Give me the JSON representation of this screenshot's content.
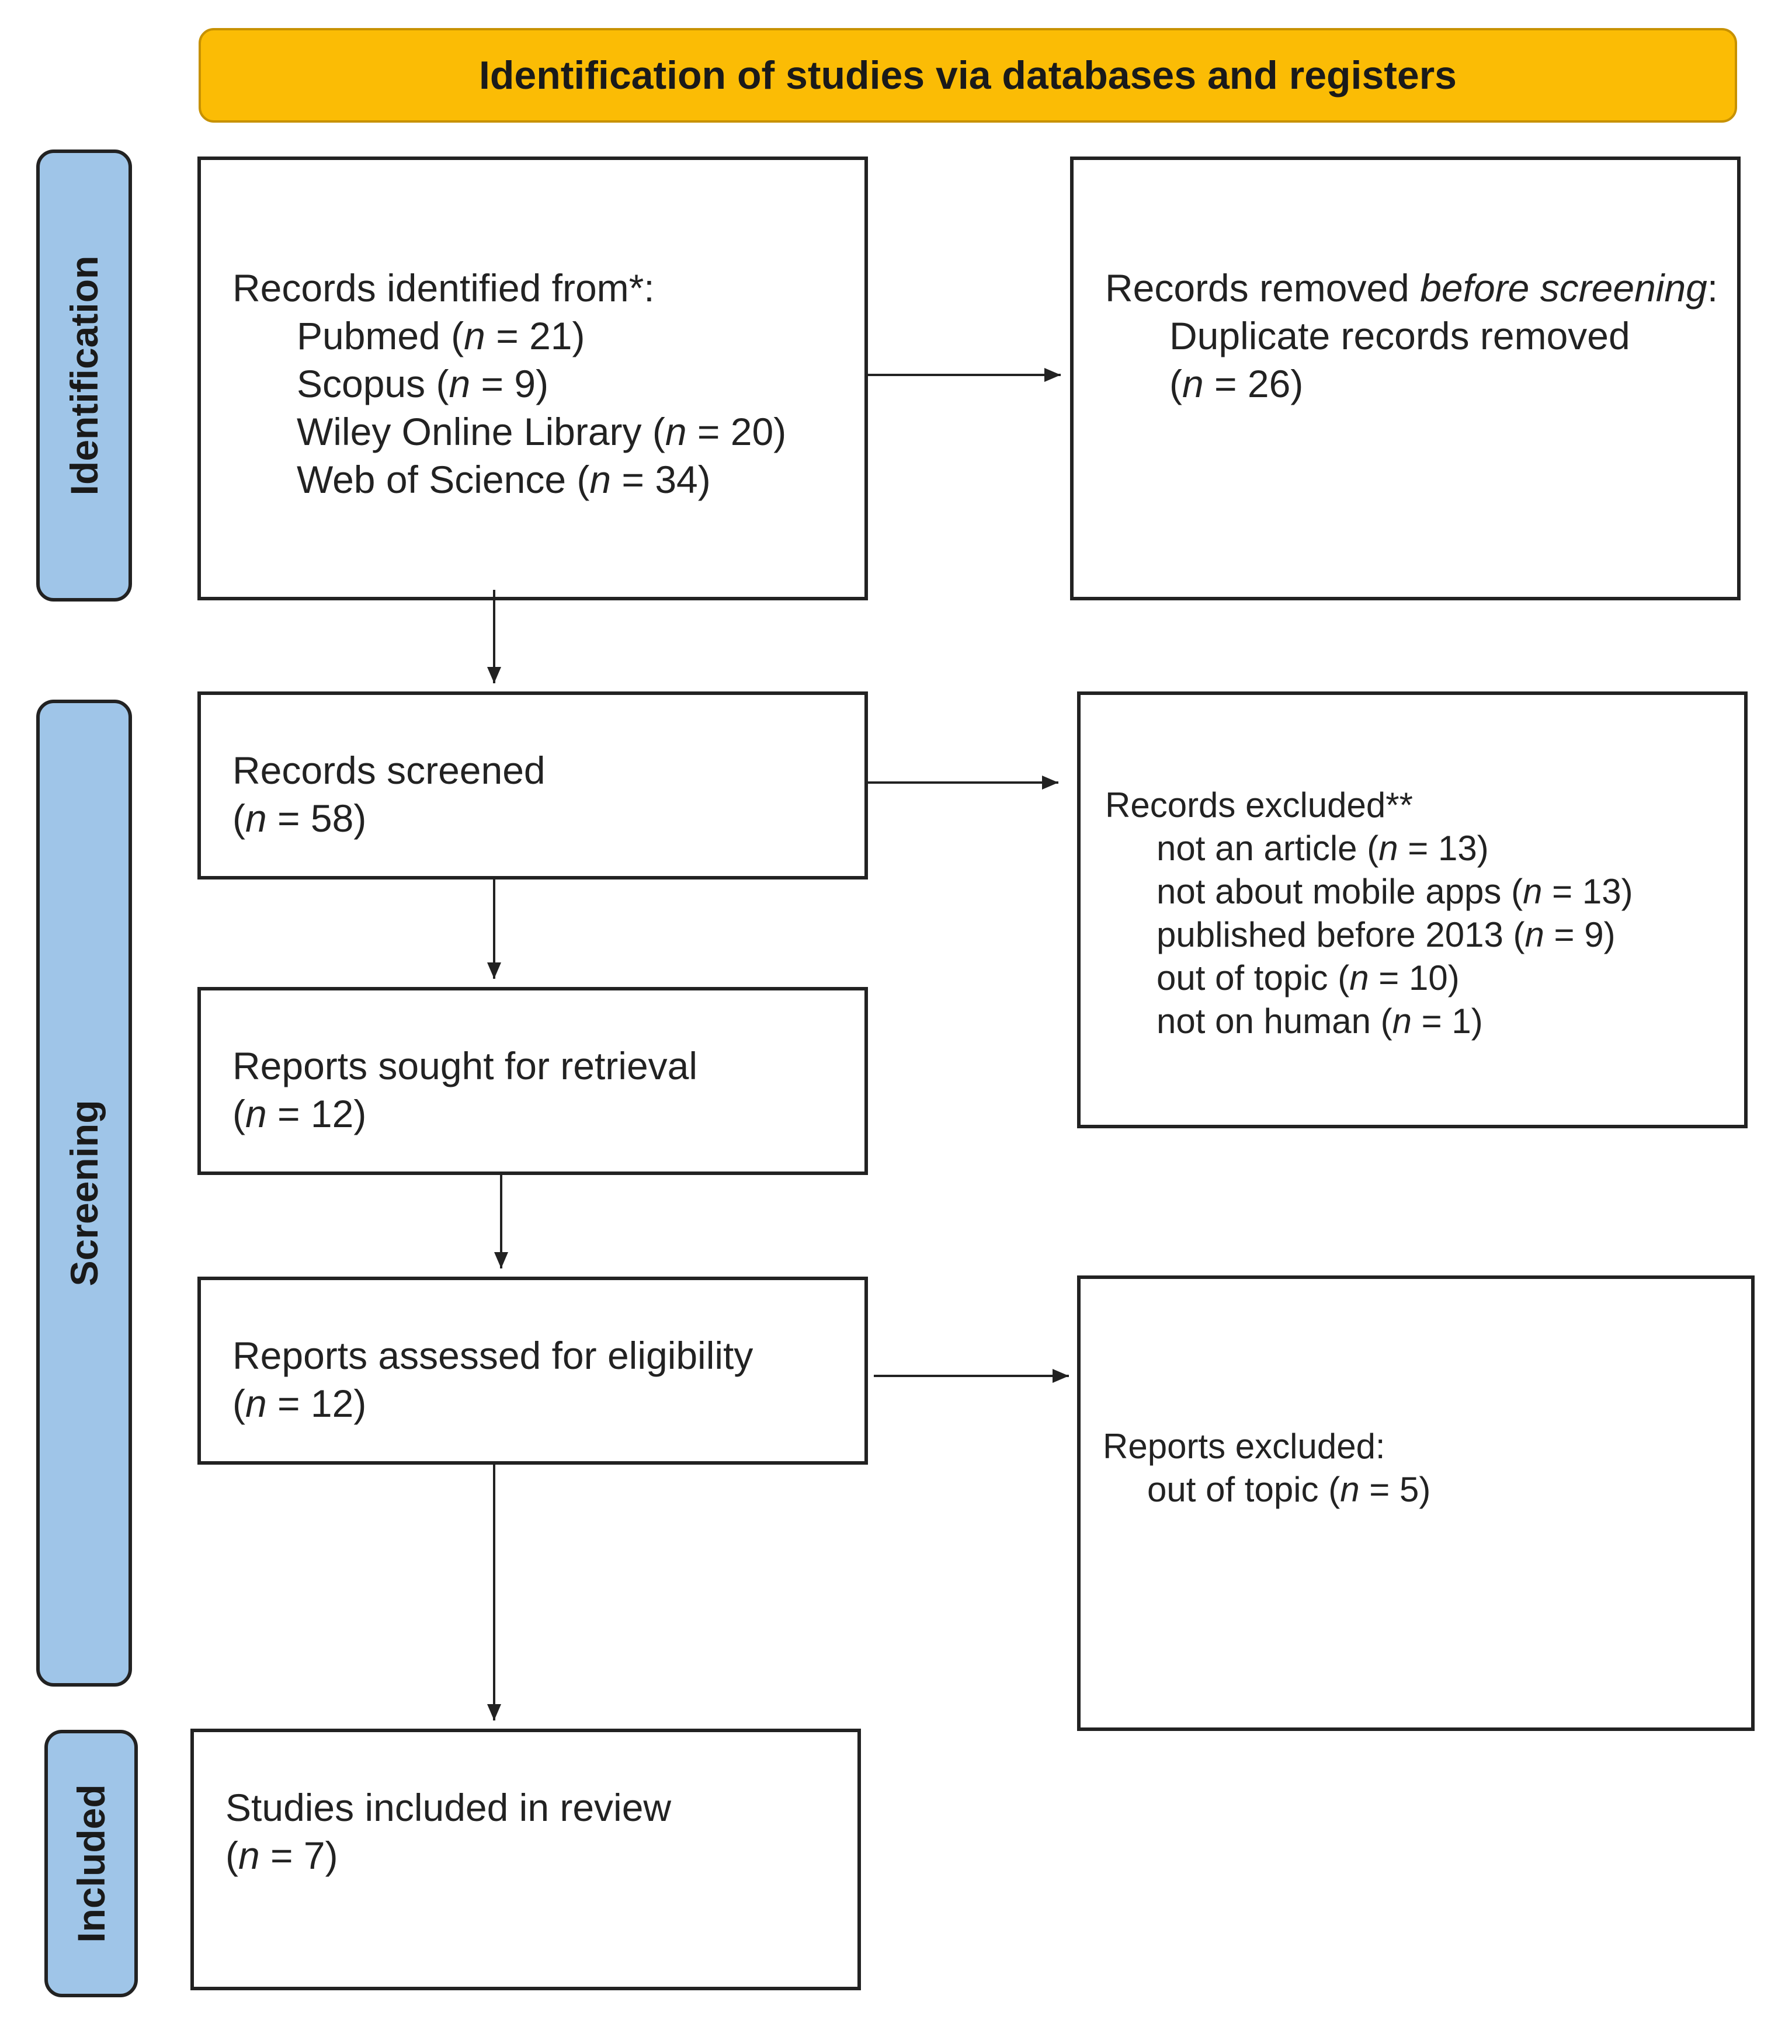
{
  "banner": {
    "title": "Identification of studies via databases and registers"
  },
  "phases": {
    "identification": "Identification",
    "screening": "Screening",
    "included": "Included"
  },
  "nodes": {
    "identified": {
      "heading": "Records identified from*:",
      "sources": [
        {
          "name": "Pubmed",
          "count": "21"
        },
        {
          "name": "Scopus",
          "count": "9"
        },
        {
          "name": "Wiley Online Library",
          "count": "20"
        },
        {
          "name": "Web of Science",
          "count": "34"
        }
      ]
    },
    "removed": {
      "heading_prefix": "Records removed ",
      "heading_italic": "before screening",
      "heading_suffix": ":",
      "reason": "Duplicate records removed",
      "count": "26"
    },
    "screened": {
      "label": "Records screened",
      "count": "58"
    },
    "excluded": {
      "heading": "Records excluded**",
      "reasons": [
        {
          "label": "not an article",
          "count": "13"
        },
        {
          "label": "not about mobile apps",
          "count": "13"
        },
        {
          "label": "published before 2013",
          "count": "9"
        },
        {
          "label": "out of topic",
          "count": "10"
        },
        {
          "label": "not on human",
          "count": "1"
        }
      ]
    },
    "sought": {
      "label": "Reports sought for retrieval",
      "count": "12"
    },
    "assessed": {
      "label": "Reports assessed for eligibility",
      "count": "12"
    },
    "reports_excluded": {
      "heading": "Reports excluded:",
      "reasons": [
        {
          "label": "out of topic",
          "count": "5"
        }
      ]
    },
    "included": {
      "label": "Studies included in review",
      "count": "7"
    }
  },
  "n_symbol": "n",
  "colors": {
    "banner_fill": "#fbbc05",
    "phase_fill": "#9fc5e8",
    "border": "#222222"
  }
}
